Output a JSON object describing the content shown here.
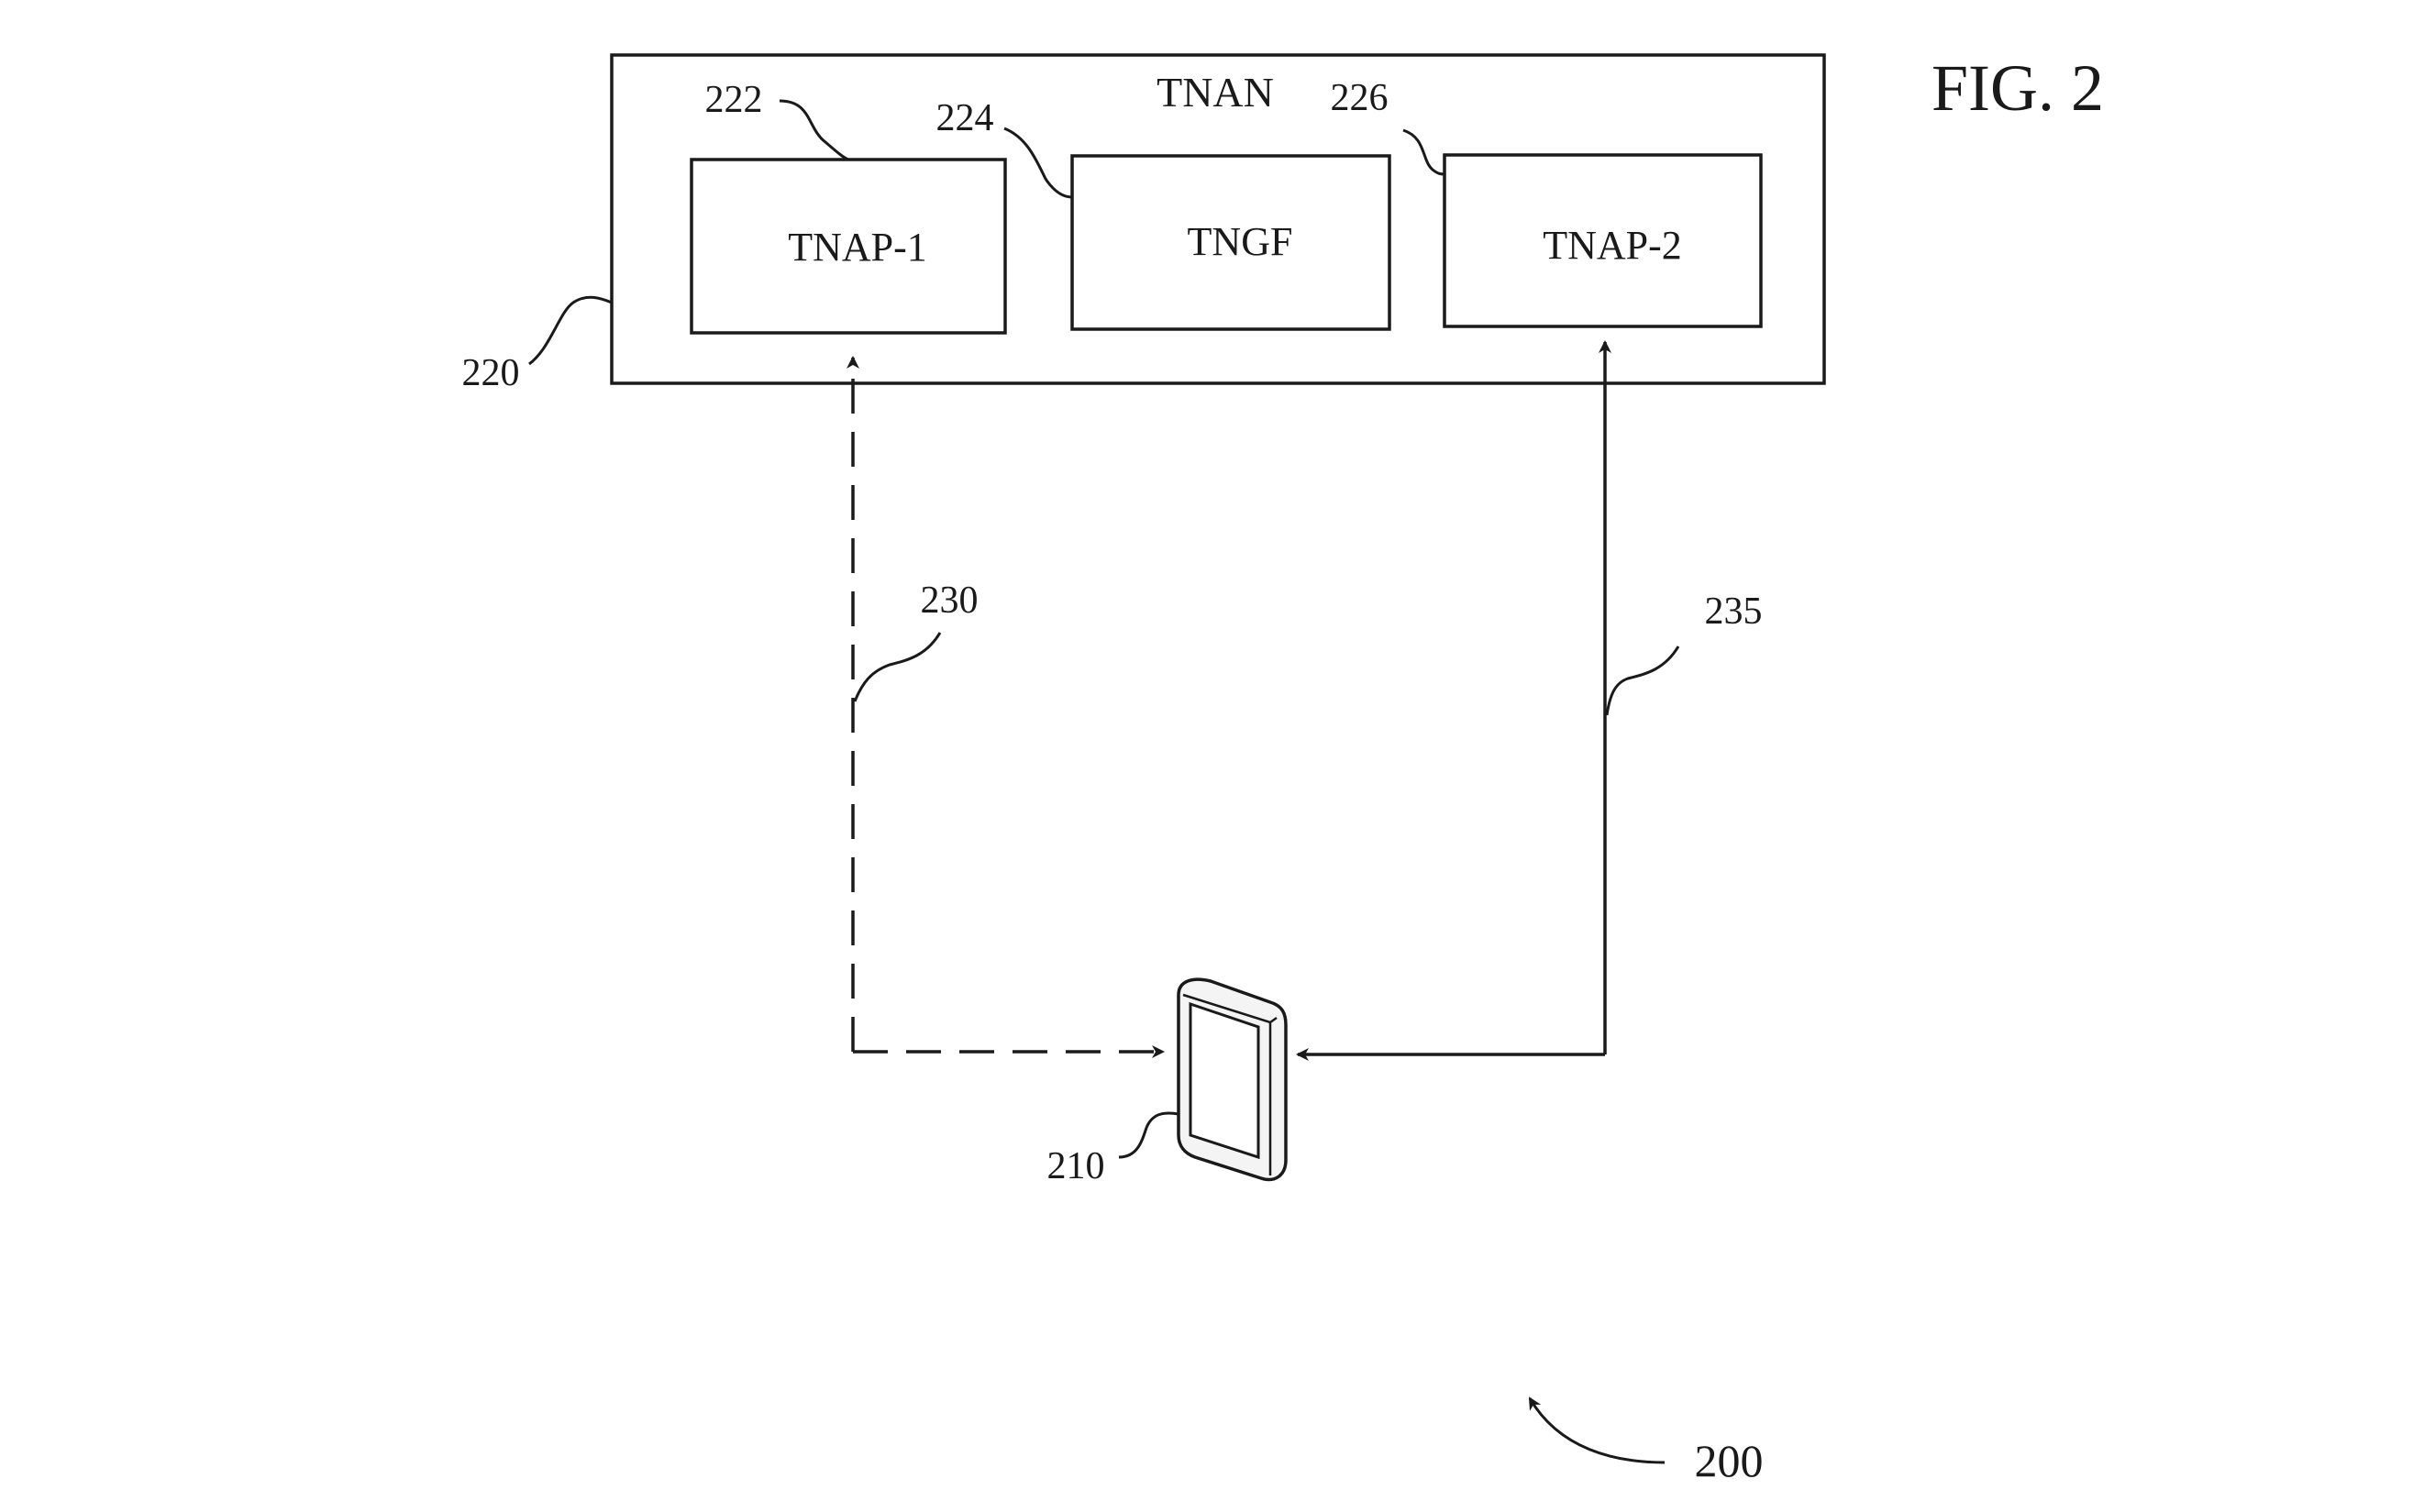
{
  "figure": {
    "caption": "FIG. 2",
    "ref_system": "200"
  },
  "tnan": {
    "label": "TNAN",
    "ref": "220",
    "components": [
      {
        "label": "TNAP-1",
        "ref": "222"
      },
      {
        "label": "TNGF",
        "ref": "224"
      },
      {
        "label": "TNAP-2",
        "ref": "226"
      }
    ]
  },
  "device": {
    "ref": "210",
    "icon": "mobile-device-icon"
  },
  "links": [
    {
      "ref": "230",
      "style": "dashed",
      "from": "TNAP-1",
      "to": "device"
    },
    {
      "ref": "235",
      "style": "solid",
      "from": "TNAP-2",
      "to": "device"
    }
  ]
}
